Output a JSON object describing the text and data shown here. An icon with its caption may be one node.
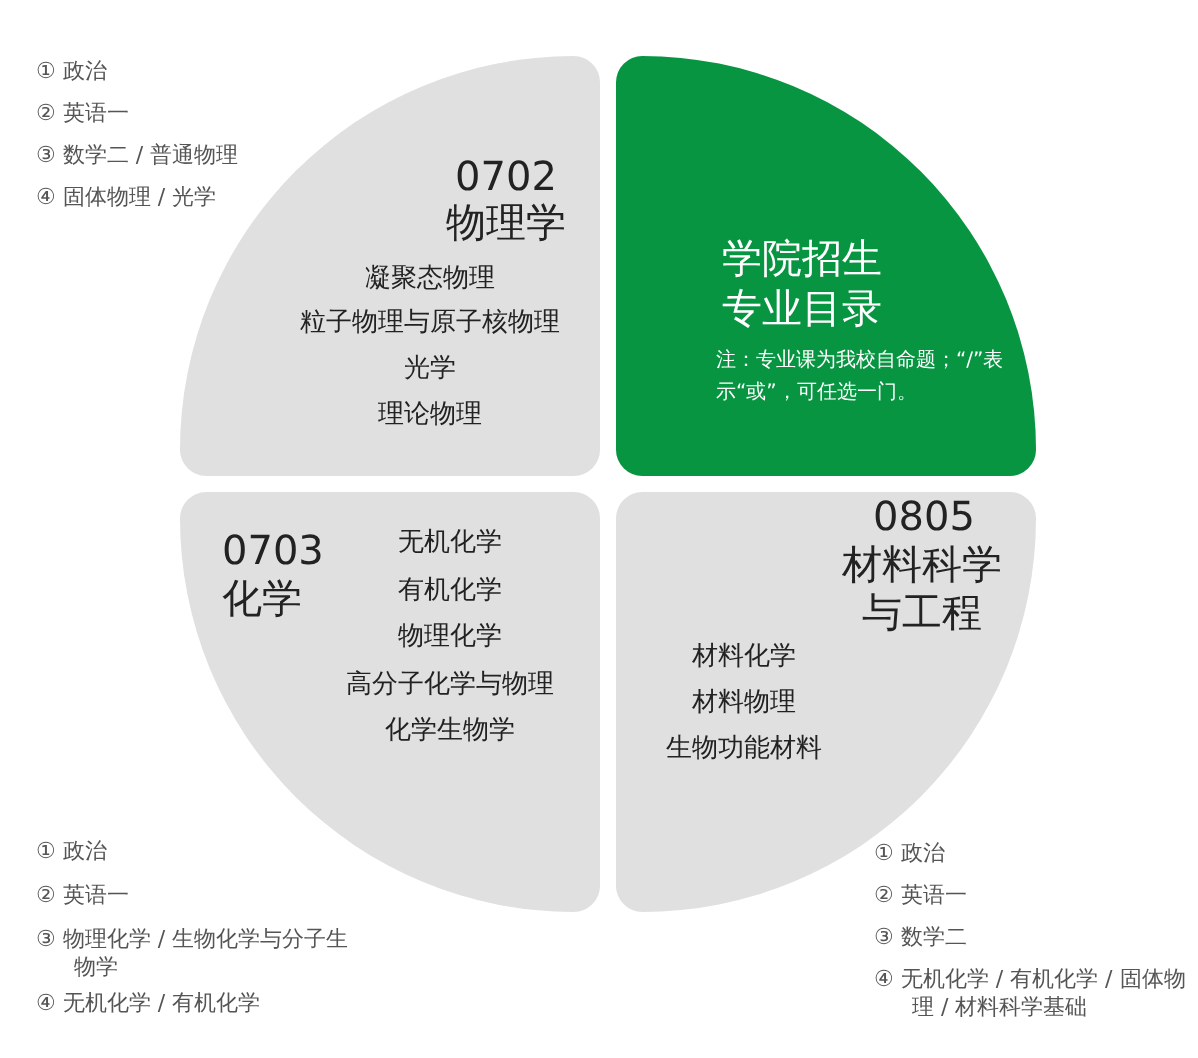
{
  "diagram": {
    "nodes": [
      {
        "text": [
          "0702",
          "物理学",
          "凝聚态物理",
          "粒子物理与原子核物理",
          "光学",
          "理论物理"
        ]
      },
      {
        "text": [
          "学院招生专业目录",
          "注：专业课为我校自命题；“/”表示“或”，可任选一门。"
        ]
      },
      {
        "text": [
          "0703",
          "化学",
          "无机化学",
          "有机化学",
          "物理化学",
          "高分子化学与物理",
          "化学生物学"
        ]
      },
      {
        "text": [
          "0805",
          "材料科学与工程",
          "材料化学",
          "材料物理",
          "生物功能材料"
        ]
      }
    ],
    "labels": [
      "① 政治",
      "② 英语一",
      "③ 数学二 / 普通物理",
      "④ 固体物理 / 光学",
      "① 政治",
      "② 英语一",
      "③ 物理化学 / 生物化学与分子生物学",
      "④ 无机化学 / 有机化学",
      "① 政治",
      "② 英语一",
      "③ 数学二",
      "④ 无机化学 / 有机化学 / 固体物理 / 材料科学基础"
    ]
  }
}
